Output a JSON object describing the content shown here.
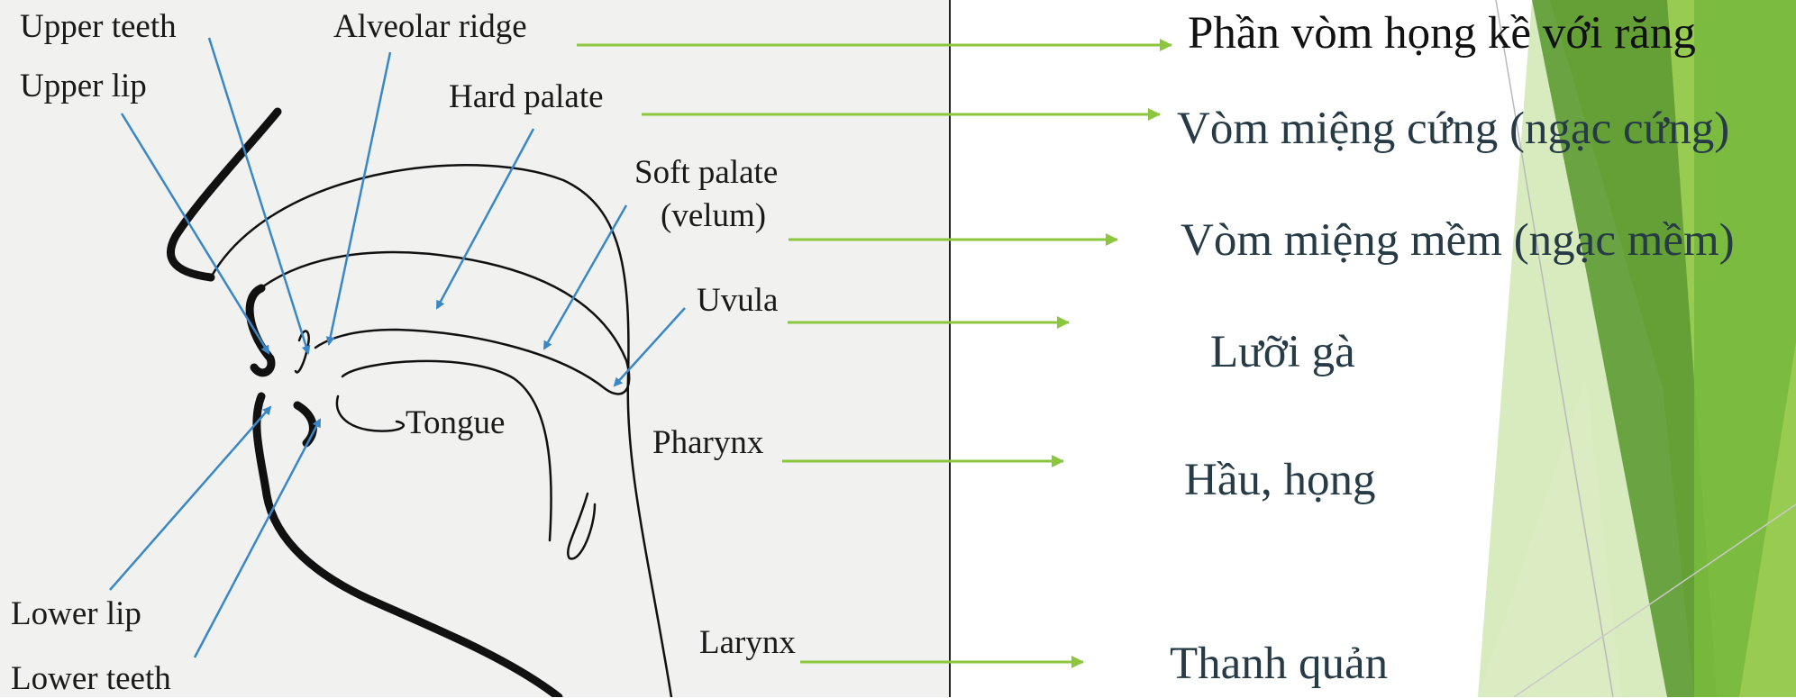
{
  "colors": {
    "left_panel_bg": "#f1f2f0",
    "label_arrow": "#3a87c8",
    "pointer_arrow": "#8cc63f",
    "outline": "#111111",
    "vn_text": "#263b45",
    "green_dark": "#4f8f26",
    "green_mid": "#76b83a",
    "green_light": "#b5d98a"
  },
  "diagram": {
    "labels": {
      "upper_teeth": "Upper teeth",
      "alveolar_ridge": "Alveolar ridge",
      "upper_lip": "Upper lip",
      "hard_palate": "Hard palate",
      "soft_palate_line1": "Soft palate",
      "soft_palate_line2": "(velum)",
      "uvula": "Uvula",
      "tongue": "Tongue",
      "pharynx": "Pharynx",
      "lower_lip": "Lower lip",
      "larynx": "Larynx",
      "lower_teeth": "Lower teeth"
    }
  },
  "translations": {
    "alveolar_ridge": "Phần vòm họng kề với răng",
    "hard_palate": "Vòm miệng cứng (ngạc cứng)",
    "soft_palate": "Vòm miệng mềm (ngạc mềm)",
    "uvula": "Lưỡi gà",
    "pharynx": "Hầu, họng",
    "larynx": "Thanh quản"
  }
}
